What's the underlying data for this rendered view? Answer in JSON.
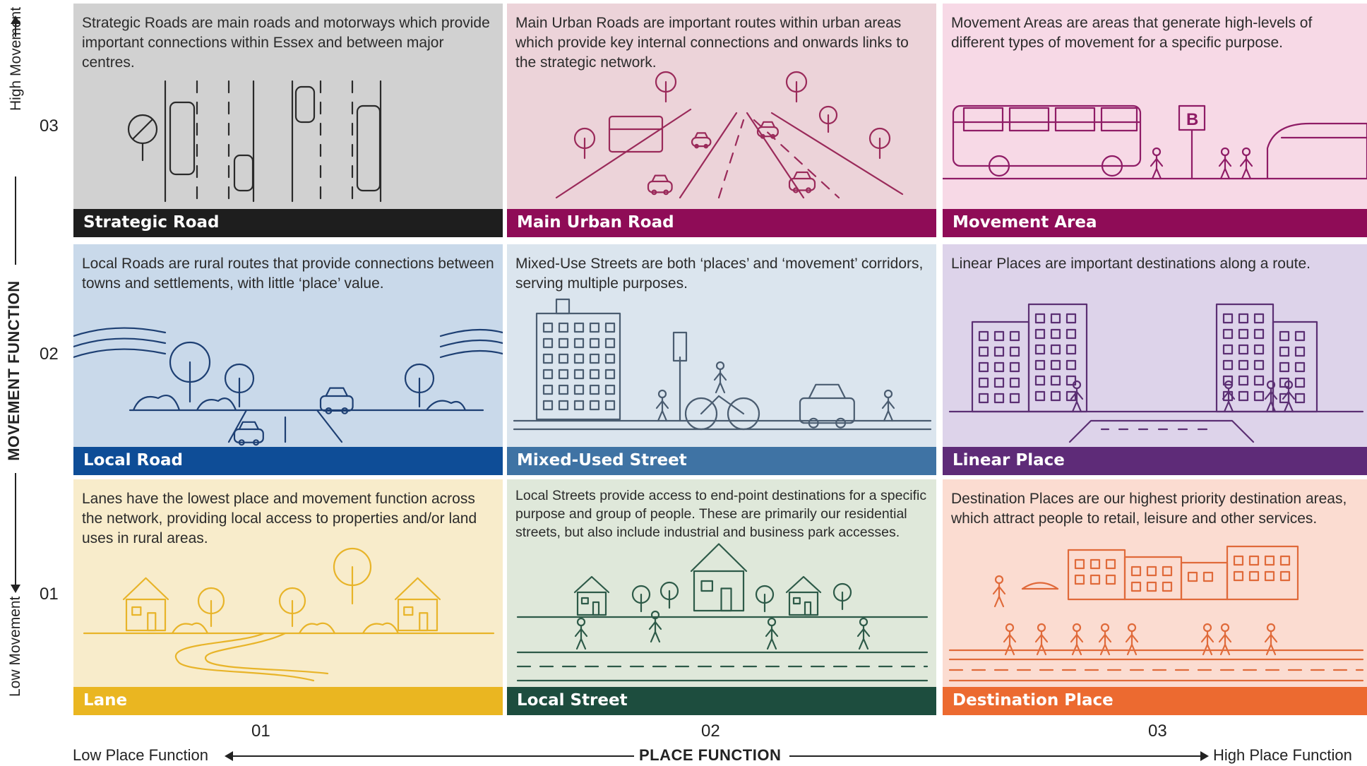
{
  "y_axis": {
    "high_label": "High Movement",
    "title": "MOVEMENT FUNCTION",
    "low_label": "Low Movement",
    "ticks": [
      "03",
      "02",
      "01"
    ]
  },
  "x_axis": {
    "low_label": "Low Place Function",
    "title": "PLACE FUNCTION",
    "high_label": "High Place Function",
    "ticks": [
      "01",
      "02",
      "03"
    ]
  },
  "cells": [
    {
      "title": "Strategic Road",
      "description": "Strategic Roads are main roads and motorways which provide important connections within Essex and between major centres.",
      "bg": "#d1d1d1",
      "bar": "#1e1e1e",
      "line": "#2a2a2a"
    },
    {
      "title": "Main Urban Road",
      "description": "Main Urban Roads are important routes within urban areas which provide key internal connections and onwards links to the strategic network.",
      "bg": "#ecd3d9",
      "bar": "#8f0c57",
      "line": "#9a2a5a"
    },
    {
      "title": "Movement Area",
      "description": "Movement Areas are areas that generate high-levels of different types of movement for a specific purpose.",
      "bg": "#f7d9e6",
      "bar": "#8f0c57",
      "line": "#8f1c66"
    },
    {
      "title": "Local Road",
      "description": "Local Roads are rural routes that provide connections between towns and settlements, with little ‘place’ value.",
      "bg": "#c9d9ea",
      "bar": "#0e4d97",
      "line": "#1d3f73"
    },
    {
      "title": "Mixed-Used Street",
      "description": "Mixed-Use Streets are both ‘places’ and ‘movement’ corridors, serving multiple purposes.",
      "bg": "#dbe5ee",
      "bar": "#3f73a4",
      "line": "#4a5c70"
    },
    {
      "title": "Linear Place",
      "description": "Linear Places are important destinations along a route.",
      "bg": "#ddd3ea",
      "bar": "#5e2b78",
      "line": "#5b2f73"
    },
    {
      "title": "Lane",
      "description": "Lanes have the lowest place and movement function across the network, providing local access to properties and/or land uses in rural areas.",
      "bg": "#f8eccb",
      "bar": "#eab621",
      "line": "#e8b429"
    },
    {
      "title": "Local Street",
      "description": "Local Streets provide access to end-point destinations for a specific purpose and group of people. These are primarily our residential streets, but also include industrial and business park accesses.",
      "bg": "#dfe8da",
      "bar": "#1d4d3e",
      "line": "#2d5a48"
    },
    {
      "title": "Destination Place",
      "description": "Destination Places are our highest priority destination areas, which attract people to retail, leisure and other services.",
      "bg": "#fbdcd1",
      "bar": "#ec6a30",
      "line": "#e06a3a"
    }
  ]
}
